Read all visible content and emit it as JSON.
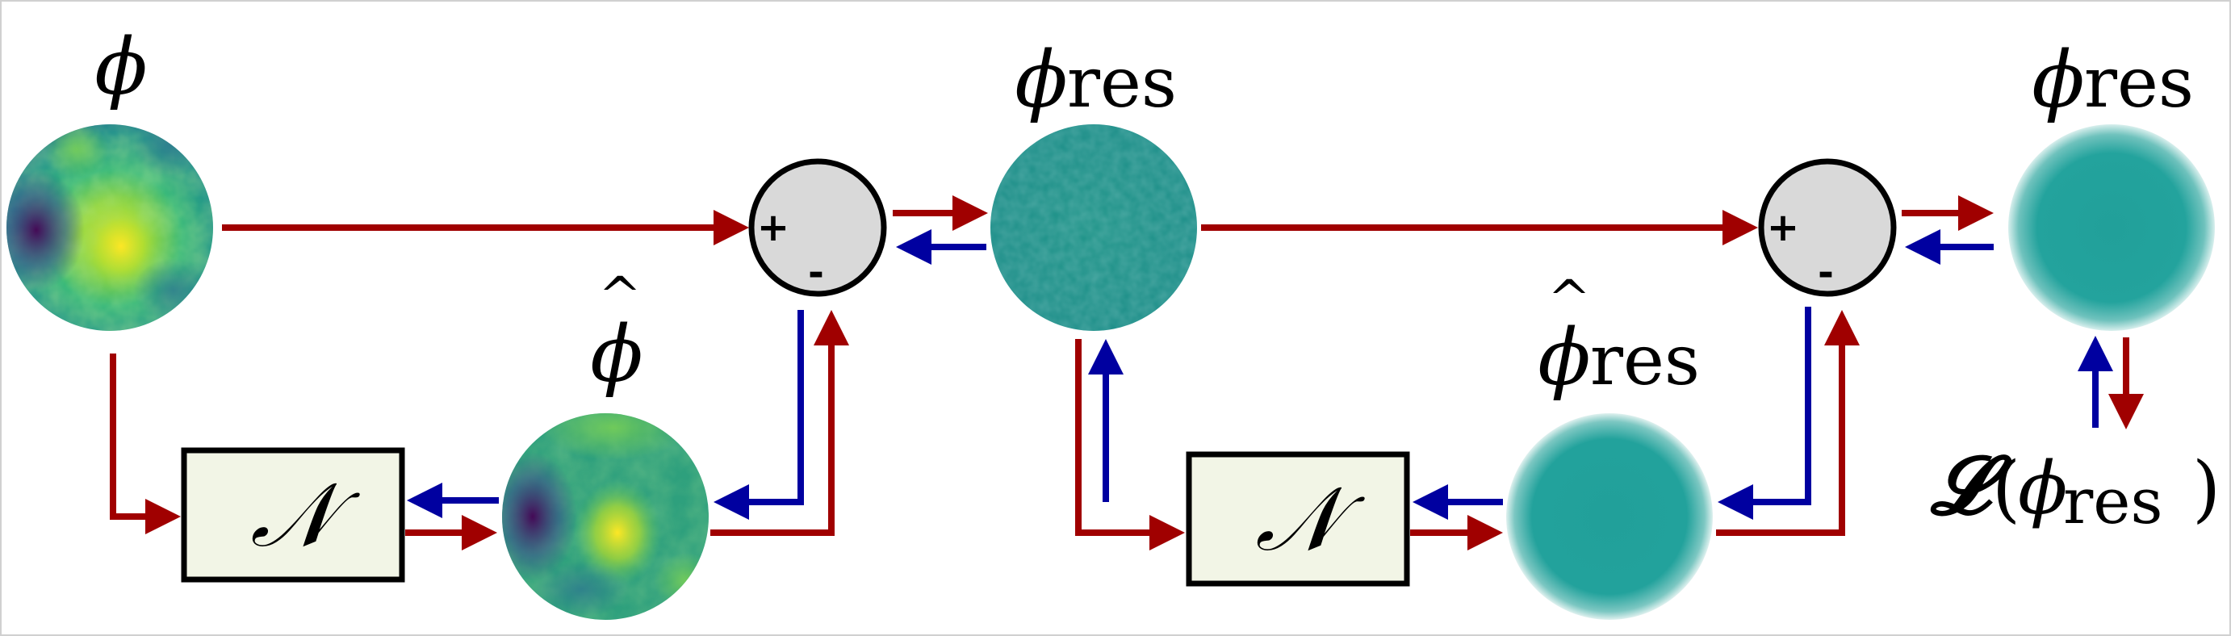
{
  "labels": {
    "phi_symbol": "ϕ",
    "phi_hat_symbol": "ϕ",
    "hat_mark": "^",
    "res_subscript": "res",
    "network_symbol": "𝒩",
    "loss_symbol": "𝓛",
    "loss_open": "(",
    "loss_close": ")",
    "plus_sign": "+",
    "minus_sign": "-"
  },
  "colors": {
    "forward_arrow": "#a00000",
    "backward_arrow": "#0000a0",
    "block_fill": "#f2f5e6",
    "subtractor_fill": "#d9d9d9",
    "residual_teal": "#21a09a",
    "field_dark": "#440154",
    "field_yellow": "#fde725"
  }
}
